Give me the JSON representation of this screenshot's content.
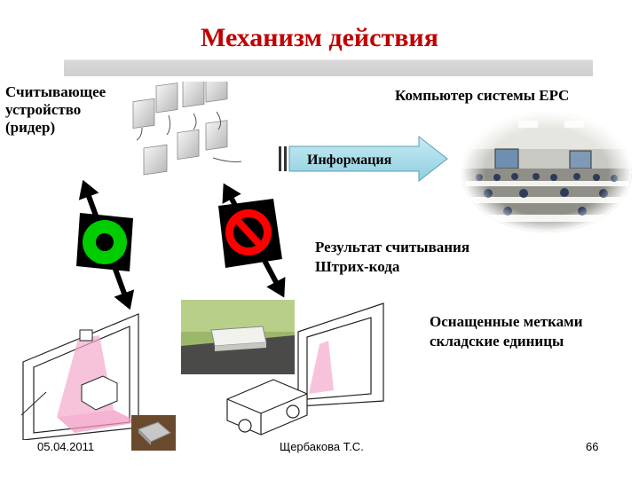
{
  "slide": {
    "title": "Механизм действия",
    "reader_label": [
      "Считывающее",
      "устройство",
      "(ридер)"
    ],
    "epc_computer_label": "Компьютер системы EPC",
    "arrow_label": "Информация",
    "scan_result_label": [
      "Результат считывания",
      "Штрих-кода"
    ],
    "tagged_units_label": [
      "Оснащенные метками",
      "складские единицы"
    ]
  },
  "footer": {
    "date": "05.04.2011",
    "author": "Щербакова Т.С.",
    "page_number": "66"
  },
  "colors": {
    "title": "#c00000",
    "go_signal": "#00cc00",
    "stop_signal": "#ff0000",
    "info_arrow": "#a9dbe8"
  }
}
